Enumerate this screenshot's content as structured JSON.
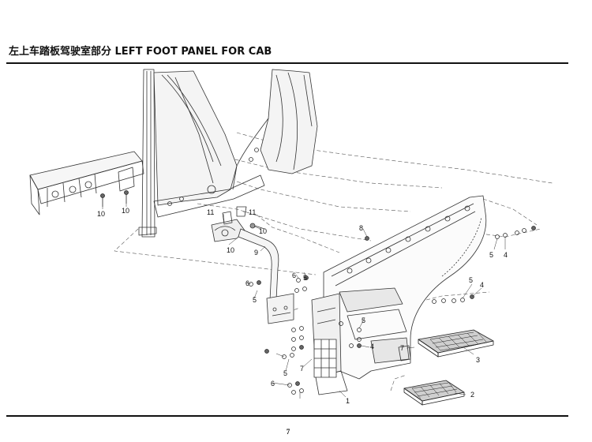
{
  "header": {
    "title": "左上车踏板驾驶室部分 LEFT FOOT PANEL FOR CAB"
  },
  "footer": {
    "page_number": "7"
  },
  "callouts": {
    "c1": "1",
    "c2": "2",
    "c3": "3",
    "c4a": "4",
    "c4b": "4",
    "c4c": "4",
    "c5a": "5",
    "c5b": "5",
    "c5c": "5",
    "c5d": "5",
    "c5e": "5",
    "c5f": "5",
    "c6a": "6",
    "c6b": "6",
    "c6c": "6",
    "c7a": "7",
    "c7b": "7",
    "c8": "8",
    "c9": "9",
    "c10a": "10",
    "c10b": "10",
    "c10c": "10",
    "c10d": "10",
    "c11a": "11",
    "c11b": "11"
  },
  "colors": {
    "ink": "#111111",
    "line": "#333333",
    "shade": "#bfbfbf",
    "dash": "#555555"
  }
}
